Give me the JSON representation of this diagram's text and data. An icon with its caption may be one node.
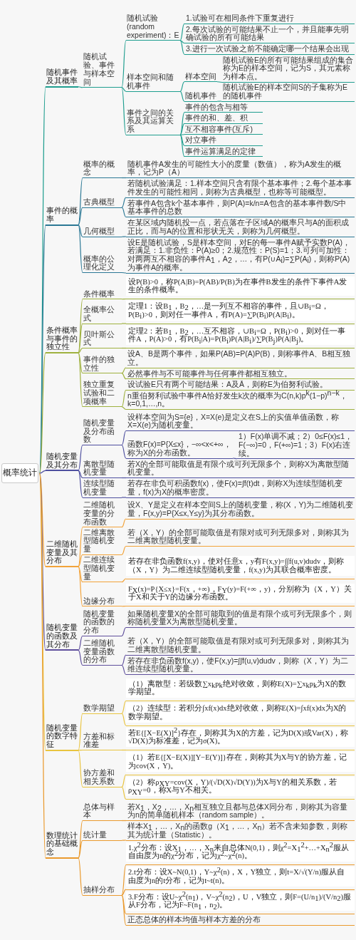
{
  "diagram": {
    "nodes": [
      {
        "text": [
          "概率统计"
        ]
      },
      {
        "text": [
          "随机事件及其概率"
        ]
      },
      {
        "text": [
          "随机试验、事件与样本空间"
        ]
      },
      {
        "text": [
          "随机试验(random experiment)：E"
        ]
      },
      {
        "text": [
          "1.试验可在相同条件下重复进行"
        ]
      },
      {
        "text": [
          "2.每次试验的可能结果不止一个，并且能事先明确试验的所有可能结果"
        ]
      },
      {
        "text": [
          "3.进行一次试验之前不能确定哪一个结果会出现"
        ]
      },
      {
        "text": [
          "样本空间和随机事件"
        ]
      },
      {
        "text": [
          "样本空间"
        ]
      },
      {
        "text": [
          "随机试验E的所有可能结果组成的集合称为E的样本空间，记为S，其元素称为样本点。"
        ]
      },
      {
        "text": [
          "随机事件"
        ]
      },
      {
        "text": [
          "随机试验E的样本空间S的子集称为E的随机事件"
        ]
      },
      {
        "text": [
          "事件之间的关系及其运算关系"
        ]
      },
      {
        "text": [
          "事件的包含与相等"
        ]
      },
      {
        "text": [
          "事件的和、差、积"
        ]
      },
      {
        "text": [
          "互不相容事件(互斥)"
        ]
      },
      {
        "text": [
          "对立事件"
        ]
      },
      {
        "text": [
          "事件运算满足的定律"
        ]
      },
      {
        "text": [
          "事件的概率"
        ]
      },
      {
        "text": [
          "概率的概念"
        ]
      },
      {
        "text": [
          "随机事件A发生的可能性大小的度量（数值），称为A发生的概率，记为P（A）"
        ]
      },
      {
        "text": [
          "古典概型"
        ]
      },
      {
        "text": [
          "若随机试验满足：1.样本空间只含有限个基本事件；2.每个基本事件发生的可能性相同，则称为古典概型，也称等可能概型。"
        ]
      },
      {
        "text": [
          "若事件A包含k个基本事件，则P(A)=k/n=A包含的基本事件数/S中基本事件的总数"
        ]
      },
      {
        "text": [
          "几何概型"
        ]
      },
      {
        "text": [
          "在某区域内随机投一点，若点落在子区域A的概率只与A的面积成正比，而与A的位置和形状无关，则称为几何概型。"
        ]
      },
      {
        "text": [
          "概率的公理化定义"
        ]
      },
      {
        "text": [
          "设E是随机试验，S是样本空间，对E的每一事件A赋予实数P(A)，若满足：1.非负性：P(A)≥0；2.规范性：P(S)=1；3.可列可加性：对两两互不相容的事件A$_{1}$，A$_{2}$，…，有P(∪A$_{i}$)=∑P(A$_{i}$)，则称P(A)为事件A的概率。"
        ]
      },
      {
        "text": [
          "条件概率与事件的独立性"
        ]
      },
      {
        "text": [
          "条件概率"
        ]
      },
      {
        "text": [
          "设P(B)>0，称P(A|B)=P(AB)/P(B)为在事件B发生的条件下事件A发生的条件概率。"
        ]
      },
      {
        "text": [
          "全概率公式"
        ]
      },
      {
        "text": [
          "定理1：设B$_{1}$，B$_{2}$，…是一列互不相容的事件，且∪B$_{i}$=Ω，P(B$_{i}$)>0，则对任一事件A，有P(A)=∑P(B$_{i}$)P(A|B$_{i}$)。"
        ]
      },
      {
        "text": [
          "贝叶斯公式"
        ]
      },
      {
        "text": [
          "定理2：若B$_{1}$，B$_{2}$，…互不相容，∪B$_{i}$=Ω，P(B$_{i}$)>0，则对任一事件A，P(A)>0，有P(B$_{i}$|A)=P(B$_{i}$)P(A|B$_{i}$)/∑P(B$_{j}$)P(A|B$_{j}$)。"
        ]
      },
      {
        "text": [
          "事件的独立性"
        ]
      },
      {
        "text": [
          "设A、B是两个事件，如果P(AB)=P(A)P(B)，则称事件A、B相互独立。"
        ]
      },
      {
        "text": [
          "必然事件与不可能事件与任何事件都相互独立。"
        ]
      },
      {
        "text": [
          "独立重复试验和二项概率"
        ]
      },
      {
        "text": [
          "设试验E只有两个可能结果：A及Ā，则称E为伯努利试验。"
        ]
      },
      {
        "text": [
          "n重伯努利试验中事件A恰好发生k次的概率为C(n,k)p$^{k}$(1−p)$^{n−k}$，k=0,1,…,n。"
        ]
      },
      {
        "text": [
          "随机变量及其分布"
        ]
      },
      {
        "text": [
          "随机变量及分布函数"
        ]
      },
      {
        "text": [
          "设样本空间为S={e}，X=X(e)是定义在S上的实值单值函数，称X=X(e)为随机变量。"
        ]
      },
      {
        "text": [
          "函数F(x)=P{X≤x}，−∞<x<+∞，称为X的分布函数。"
        ]
      },
      {
        "text": [
          "1）F(x)单调不减；2）0≤F(x)≤1，F(−∞)=0，F(+∞)=1；3）F(x)右连续。"
        ]
      },
      {
        "text": [
          "离散型随机变量"
        ]
      },
      {
        "text": [
          "若X的全部可能取值是有限个或可列无限多个，则称X为离散型随机变量。"
        ]
      },
      {
        "text": [
          "连续型随机变量"
        ]
      },
      {
        "text": [
          "若存在非负可积函数f(x)，使F(x)=∫f(t)dt，则称X为连续型随机变量，f(x)为X的概率密度。"
        ]
      },
      {
        "text": [
          "二维随机变量及其分布"
        ]
      },
      {
        "text": [
          "二维随机变量的分布函数"
        ]
      },
      {
        "text": [
          "设X、Y是定义在样本空间S上的随机变量，称(X，Y)为二维随机变量，F(x,y)=P{X≤x,Y≤y}为其分布函数。"
        ]
      },
      {
        "text": [
          "二维离散型随机变量"
        ]
      },
      {
        "text": [
          "若（X，Y）的全部可能取值是有限对或可列无限多对，则称其为二维离散型随机变量。"
        ]
      },
      {
        "text": [
          "二维连续型随机变量"
        ]
      },
      {
        "text": [
          "若存在非负函数f(x,y)，使对任意x，y有F(x,y)=∫∫f(u,v)dudv，则称（X，Y）为二维连续型随机变量，f(x,y)为其联合概率密度。"
        ]
      },
      {
        "text": [
          "边缘分布"
        ]
      },
      {
        "text": [
          "F$_{X}$(x)=P{X≤x}=F(x，+∞)，F$_{Y}$(y)=F(+∞，y)，分别称为（X，Y）关于X和关于Y的边缘分布函数。"
        ]
      },
      {
        "text": [
          "随机变量的函数及其分布"
        ]
      },
      {
        "text": [
          "随机变量的函数的分布"
        ]
      },
      {
        "text": [
          "如果随机变量X的全部可能取到的值是有限个或可列无限多个，则称随机变量X为离散型随机变量。"
        ]
      },
      {
        "text": [
          "二维随机变量函数的分布"
        ]
      },
      {
        "text": [
          "若（X，Y）的全部可能取值是有限对或可列无限多对，则称其为二维离散型随机变量。"
        ]
      },
      {
        "text": [
          "若存在非负函数f(x,y)，使F(x,y)=∫∫f(u,v)dudv，则称（X，Y）为二维连续型随机变量。"
        ]
      },
      {
        "text": [
          "随机变量的数字特征"
        ]
      },
      {
        "text": [
          "数学期望"
        ]
      },
      {
        "text": [
          "（1）离散型：若级数∑x$_{k}$p$_{k}$绝对收敛，则称E(X)=∑x$_{k}$p$_{k}$为X的数学期望。"
        ]
      },
      {
        "text": [
          "（2）连续型：若积分∫xf(x)dx绝对收敛，则称E(X)=∫xf(x)dx为X的数学期望。"
        ]
      },
      {
        "text": [
          "方差和标准差"
        ]
      },
      {
        "text": [
          "若E{[X−E(X)]$^{2}$}存在，则称其为X的方差，记为D(X)或Var(X)，称√D(X)为标准差，记为σ(X)。"
        ]
      },
      {
        "text": [
          "协方差和相关系数"
        ]
      },
      {
        "text": [
          "（1）若E{[X−E(X)][Y−E(Y)]}存在，则称其为X与Y的协方差，记为cov(X，Y)。"
        ]
      },
      {
        "text": [
          "（2）称ρ$_{XY}$=cov(X，Y)/(√D(X)√D(Y))为X与Y的相关系数，若ρ$_{XY}$=0，称X与Y不相关。"
        ]
      },
      {
        "text": [
          "数理统计的基础概念"
        ]
      },
      {
        "text": [
          "总体与样本"
        ]
      },
      {
        "text": [
          "若X$_{1}$，X$_{2}$，…，X$_{n}$相互独立且都与总体X同分布，则称其为容量为n的简单随机样本（random sample）。"
        ]
      },
      {
        "text": [
          "统计量"
        ]
      },
      {
        "text": [
          "样本X$_{1}$，…，X$_{n}$的函数g（X$_{1}$，…，X$_{n}$）若不含未知参数，则称其为统计量（Statistic）。"
        ]
      },
      {
        "text": [
          "抽样分布"
        ]
      },
      {
        "text": [
          "1.χ$^{2}$分布：设X$_{1}$，…，X$_{n}$来自总体N(0,1)，则χ$^{2}$=X$_{1}$$^{2}$+…+X$_{n}$$^{2}$服从自由度为n的χ$^{2}$分布，记为χ$^{2}$~χ$^{2}$(n)。"
        ]
      },
      {
        "text": [
          "2.t分布：设X~N(0,1)，Y~χ$^{2}$(n)，X，Y独立，则t=X/√(Y/n)服从自由度为n的t分布，记为t~t(n)。"
        ]
      },
      {
        "text": [
          "3.F分布：设U~χ$^{2}$(n$_{1}$)，V~χ$^{2}$(n$_{2}$)，U，V独立，则F=(U/n$_{1}$)/(V/n$_{2}$)服从F分布，记为F~F(n$_{1}$，n$_{2}$)。"
        ]
      },
      {
        "text": [
          "正态总体的样本均值与样本方差的分布"
        ]
      }
    ],
    "edges": [
      {
        "from": 0,
        "to": 1,
        "arrow": "none",
        "color": "#1f9e8f"
      },
      {
        "from": 1,
        "to": 2,
        "arrow": "none",
        "color": "#1f9e8f"
      },
      {
        "from": 2,
        "to": 3,
        "arrow": "none",
        "color": "#1f9e8f"
      },
      {
        "from": 3,
        "to": 4,
        "arrow": "none",
        "color": "#1f9e8f"
      },
      {
        "from": 3,
        "to": 5,
        "arrow": "none",
        "color": "#1f9e8f"
      },
      {
        "from": 3,
        "to": 6,
        "arrow": "none",
        "color": "#1f9e8f"
      },
      {
        "from": 2,
        "to": 7,
        "arrow": "none",
        "color": "#1f9e8f"
      },
      {
        "from": 7,
        "to": 8,
        "arrow": "none",
        "color": "#1f9e8f"
      },
      {
        "from": 8,
        "to": 9,
        "arrow": "none",
        "color": "#1f9e8f"
      },
      {
        "from": 7,
        "to": 10,
        "arrow": "none",
        "color": "#1f9e8f"
      },
      {
        "from": 10,
        "to": 11,
        "arrow": "none",
        "color": "#1f9e8f"
      },
      {
        "from": 2,
        "to": 12,
        "arrow": "none",
        "color": "#1f9e8f"
      },
      {
        "from": 12,
        "to": 13,
        "arrow": "none",
        "color": "#1f9e8f"
      },
      {
        "from": 12,
        "to": 14,
        "arrow": "none",
        "color": "#1f9e8f"
      },
      {
        "from": 12,
        "to": 15,
        "arrow": "none",
        "color": "#1f9e8f"
      },
      {
        "from": 12,
        "to": 16,
        "arrow": "none",
        "color": "#1f9e8f"
      },
      {
        "from": 12,
        "to": 17,
        "arrow": "none",
        "color": "#1f9e8f"
      },
      {
        "from": 0,
        "to": 18,
        "arrow": "none",
        "color": "#2b7895"
      },
      {
        "from": 18,
        "to": 19,
        "arrow": "none",
        "color": "#2b7895"
      },
      {
        "from": 19,
        "to": 20,
        "arrow": "none",
        "color": "#2b7895"
      },
      {
        "from": 18,
        "to": 21,
        "arrow": "none",
        "color": "#2b7895"
      },
      {
        "from": 21,
        "to": 22,
        "arrow": "none",
        "color": "#2b7895"
      },
      {
        "from": 21,
        "to": 23,
        "arrow": "none",
        "color": "#2b7895"
      },
      {
        "from": 18,
        "to": 24,
        "arrow": "none",
        "color": "#2b7895"
      },
      {
        "from": 24,
        "to": 25,
        "arrow": "none",
        "color": "#2b7895"
      },
      {
        "from": 18,
        "to": 26,
        "arrow": "none",
        "color": "#2b7895"
      },
      {
        "from": 26,
        "to": 27,
        "arrow": "none",
        "color": "#2b7895"
      },
      {
        "from": 0,
        "to": 28,
        "arrow": "none",
        "color": "#9fb13f"
      },
      {
        "from": 28,
        "to": 29,
        "arrow": "none",
        "color": "#9fb13f"
      },
      {
        "from": 29,
        "to": 30,
        "arrow": "none",
        "color": "#9fb13f"
      },
      {
        "from": 28,
        "to": 31,
        "arrow": "none",
        "color": "#9fb13f"
      },
      {
        "from": 31,
        "to": 32,
        "arrow": "none",
        "color": "#9fb13f"
      },
      {
        "from": 28,
        "to": 33,
        "arrow": "none",
        "color": "#9fb13f"
      },
      {
        "from": 33,
        "to": 34,
        "arrow": "none",
        "color": "#9fb13f"
      },
      {
        "from": 28,
        "to": 35,
        "arrow": "none",
        "color": "#9fb13f"
      },
      {
        "from": 35,
        "to": 36,
        "arrow": "none",
        "color": "#9fb13f"
      },
      {
        "from": 35,
        "to": 37,
        "arrow": "none",
        "color": "#9fb13f"
      },
      {
        "from": 28,
        "to": 38,
        "arrow": "none",
        "color": "#9fb13f"
      },
      {
        "from": 38,
        "to": 39,
        "arrow": "none",
        "color": "#9fb13f"
      },
      {
        "from": 38,
        "to": 40,
        "arrow": "none",
        "color": "#9fb13f"
      },
      {
        "from": 0,
        "to": 41,
        "arrow": "none",
        "color": "#4e4f9f"
      },
      {
        "from": 41,
        "to": 42,
        "arrow": "none",
        "color": "#4e4f9f"
      },
      {
        "from": 42,
        "to": 43,
        "arrow": "none",
        "color": "#4e4f9f"
      },
      {
        "from": 42,
        "to": 44,
        "arrow": "none",
        "color": "#4e4f9f"
      },
      {
        "from": 44,
        "to": 45,
        "arrow": "none",
        "color": "#4e4f9f"
      },
      {
        "from": 41,
        "to": 46,
        "arrow": "none",
        "color": "#4e4f9f"
      },
      {
        "from": 46,
        "to": 47,
        "arrow": "none",
        "color": "#4e4f9f"
      },
      {
        "from": 41,
        "to": 48,
        "arrow": "none",
        "color": "#4e4f9f"
      },
      {
        "from": 48,
        "to": 49,
        "arrow": "none",
        "color": "#4e4f9f"
      },
      {
        "from": 0,
        "to": 50,
        "arrow": "none",
        "color": "#f2a33a"
      },
      {
        "from": 50,
        "to": 51,
        "arrow": "none",
        "color": "#f2a33a"
      },
      {
        "from": 51,
        "to": 52,
        "arrow": "none",
        "color": "#f2a33a"
      },
      {
        "from": 50,
        "to": 53,
        "arrow": "none",
        "color": "#f2a33a"
      },
      {
        "from": 53,
        "to": 54,
        "arrow": "none",
        "color": "#f2a33a"
      },
      {
        "from": 50,
        "to": 55,
        "arrow": "none",
        "color": "#f2a33a"
      },
      {
        "from": 55,
        "to": 56,
        "arrow": "none",
        "color": "#f2a33a"
      },
      {
        "from": 50,
        "to": 57,
        "arrow": "none",
        "color": "#f2a33a"
      },
      {
        "from": 57,
        "to": 58,
        "arrow": "none",
        "color": "#f2a33a"
      },
      {
        "from": 0,
        "to": 59,
        "arrow": "none",
        "color": "#5f4f9c"
      },
      {
        "from": 59,
        "to": 60,
        "arrow": "none",
        "color": "#5f4f9c"
      },
      {
        "from": 60,
        "to": 61,
        "arrow": "none",
        "color": "#5f4f9c"
      },
      {
        "from": 59,
        "to": 62,
        "arrow": "none",
        "color": "#5f4f9c"
      },
      {
        "from": 62,
        "to": 63,
        "arrow": "none",
        "color": "#5f4f9c"
      },
      {
        "from": 62,
        "to": 64,
        "arrow": "none",
        "color": "#5f4f9c"
      },
      {
        "from": 0,
        "to": 65,
        "arrow": "none",
        "color": "#e9c43f"
      },
      {
        "from": 65,
        "to": 66,
        "arrow": "none",
        "color": "#e9c43f"
      },
      {
        "from": 66,
        "to": 67,
        "arrow": "none",
        "color": "#e9c43f"
      },
      {
        "from": 66,
        "to": 68,
        "arrow": "none",
        "color": "#e9c43f"
      },
      {
        "from": 65,
        "to": 69,
        "arrow": "none",
        "color": "#e9c43f"
      },
      {
        "from": 69,
        "to": 70,
        "arrow": "none",
        "color": "#e9c43f"
      },
      {
        "from": 65,
        "to": 71,
        "arrow": "none",
        "color": "#e9c43f"
      },
      {
        "from": 71,
        "to": 72,
        "arrow": "none",
        "color": "#e9c43f"
      },
      {
        "from": 71,
        "to": 73,
        "arrow": "none",
        "color": "#e9c43f"
      },
      {
        "from": 0,
        "to": 74,
        "arrow": "none",
        "color": "#ea9a2e"
      },
      {
        "from": 74,
        "to": 75,
        "arrow": "none",
        "color": "#ea9a2e"
      },
      {
        "from": 75,
        "to": 76,
        "arrow": "none",
        "color": "#ea9a2e"
      },
      {
        "from": 74,
        "to": 77,
        "arrow": "none",
        "color": "#ea9a2e"
      },
      {
        "from": 77,
        "to": 78,
        "arrow": "none",
        "color": "#ea9a2e"
      },
      {
        "from": 74,
        "to": 79,
        "arrow": "none",
        "color": "#ea9a2e"
      },
      {
        "from": 79,
        "to": 80,
        "arrow": "none",
        "color": "#ea9a2e"
      },
      {
        "from": 79,
        "to": 81,
        "arrow": "none",
        "color": "#ea9a2e"
      },
      {
        "from": 79,
        "to": 82,
        "arrow": "none",
        "color": "#ea9a2e"
      },
      {
        "from": 79,
        "to": 83,
        "arrow": "none",
        "color": "#ea9a2e"
      }
    ]
  }
}
